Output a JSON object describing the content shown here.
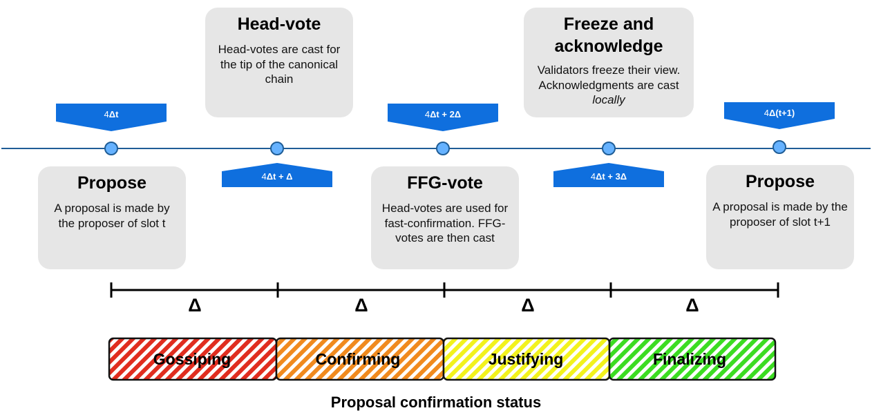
{
  "cards": {
    "propose_1": {
      "title": "Propose",
      "body": "A proposal is made by the proposer of slot t"
    },
    "head_vote": {
      "title": "Head-vote",
      "body": "Head-votes are cast for the tip of the canonical chain"
    },
    "ffg_vote": {
      "title": "FFG-vote",
      "body": "Head-votes are used for fast-confirmation. FFG-votes are then cast"
    },
    "freeze": {
      "title": "Freeze and acknowledge",
      "body_1": "Validators freeze their view. Acknowledgments are cast ",
      "body_2": "locally"
    },
    "propose_2": {
      "title": "Propose",
      "body": "A proposal is made by the proposer of slot t+1"
    }
  },
  "flags": {
    "t0": {
      "prefix": "4",
      "bold": "Δt",
      "suffix": ""
    },
    "t1": {
      "prefix": "4",
      "bold": "Δt + Δ",
      "suffix": ""
    },
    "t2": {
      "prefix": "4",
      "bold": "Δt + 2Δ",
      "suffix": ""
    },
    "t3": {
      "prefix": "4",
      "bold": "Δt + 3Δ",
      "suffix": ""
    },
    "t4": {
      "prefix": "4",
      "bold": "Δ(t+1)",
      "suffix": ""
    }
  },
  "deltas": [
    "Δ",
    "Δ",
    "Δ",
    "Δ"
  ],
  "phases": [
    {
      "label": "Gossiping",
      "color": "#e02d1f"
    },
    {
      "label": "Confirming",
      "color": "#f08a1e"
    },
    {
      "label": "Justifying",
      "color": "#f2f21d"
    },
    {
      "label": "Finalizing",
      "color": "#3cdc22"
    }
  ],
  "status_title": "Proposal confirmation status",
  "colors": {
    "flag": "#0f6fde",
    "line": "#1f5d96",
    "node": "#66b2ff",
    "card": "#e6e6e6"
  }
}
